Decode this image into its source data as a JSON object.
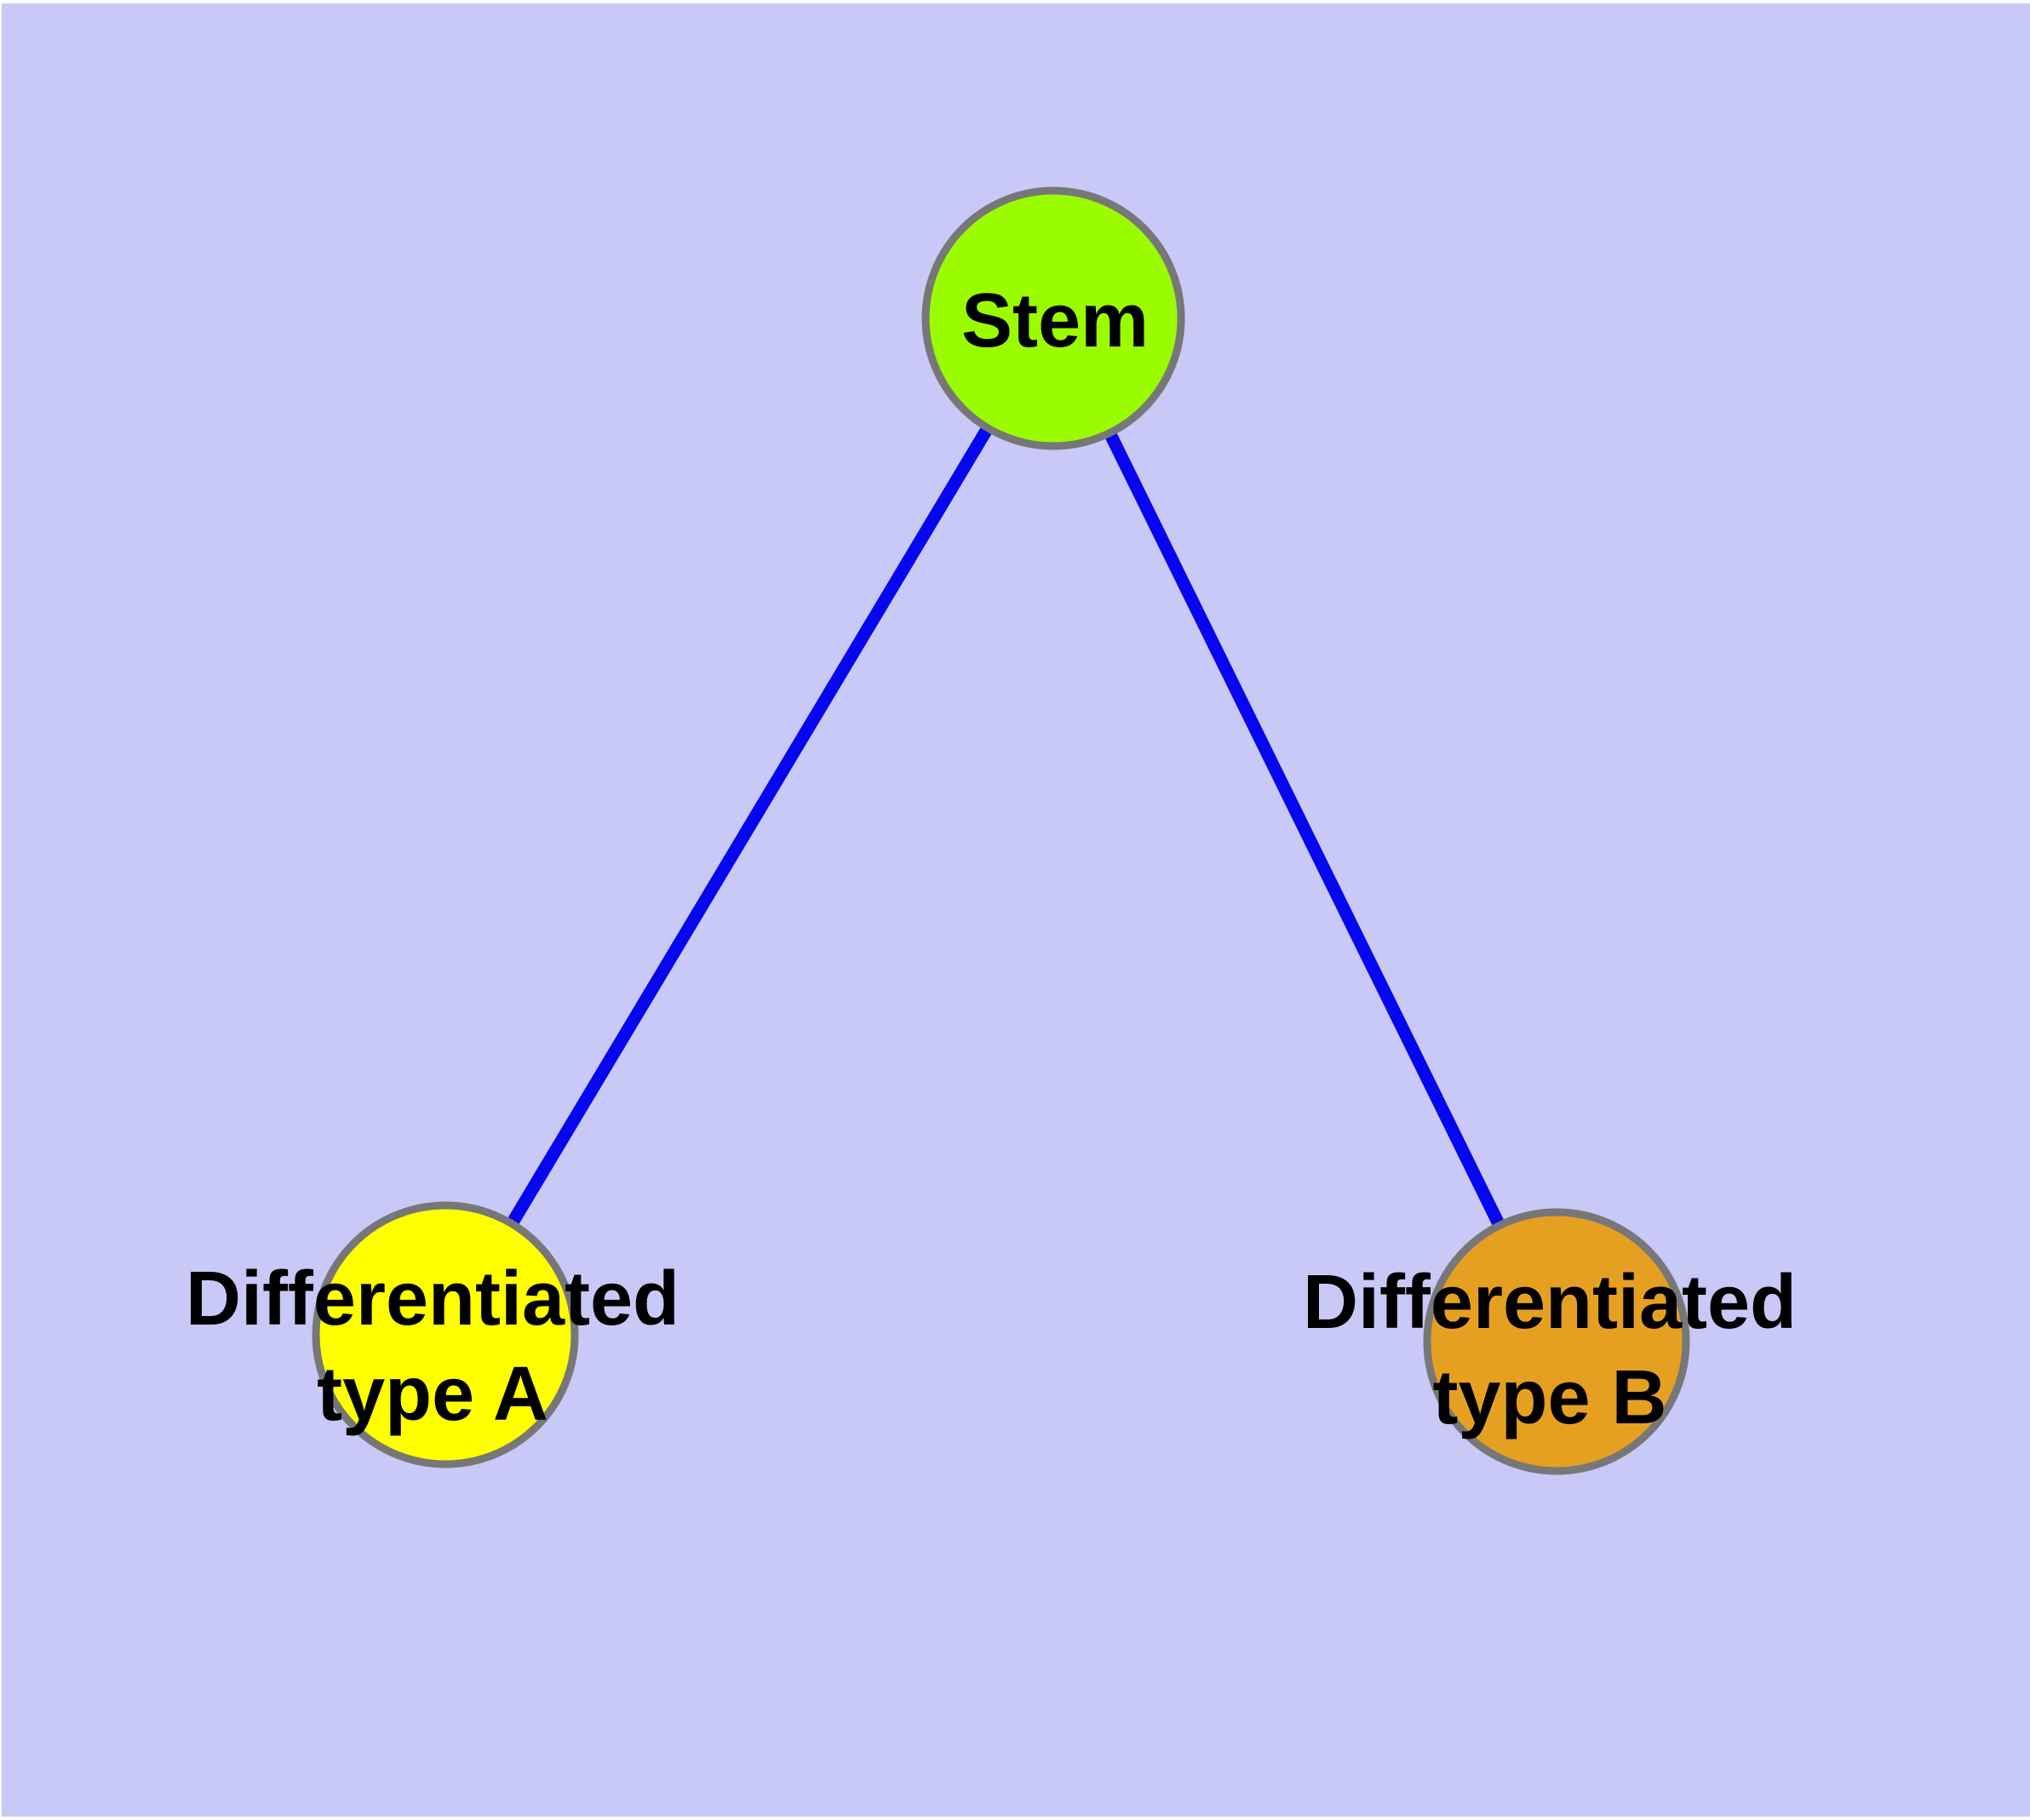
{
  "diagram": {
    "background_color": "#C9C9F7",
    "page_margin_color": "#FFFFFF",
    "edge_color": "#0606EE",
    "node_border_color": "#777777",
    "label_color": "#000000",
    "nodes": {
      "stem": {
        "label": "Stem",
        "fill_color": "#9BFB00"
      },
      "type_a": {
        "label_line1": "Differentiated",
        "label_line2": "type A",
        "fill_color": "#FFFF00"
      },
      "type_b": {
        "label_line1": "Differentiated",
        "label_line2": "type B",
        "fill_color": "#E6A021"
      }
    },
    "edges": [
      {
        "from": "Stem",
        "to": "Differentiated type A"
      },
      {
        "from": "Stem",
        "to": "Differentiated type B"
      }
    ]
  }
}
